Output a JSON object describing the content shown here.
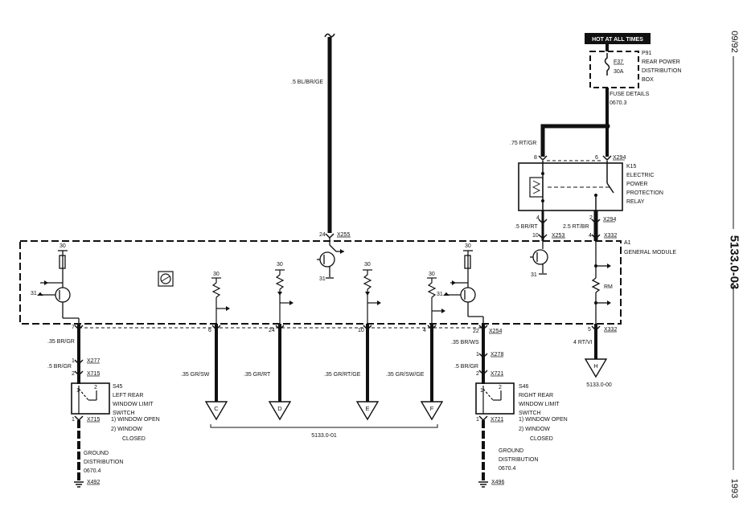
{
  "side": {
    "date": "09/92",
    "page": "5133.0-03",
    "year": "1993"
  },
  "hot_label": "HOT AT ALL TIMES",
  "wire_top": ".5 BL/BR/GE",
  "fuse": {
    "id": "F37",
    "rating": "30A",
    "box_id": "P91",
    "box_name_1": "REAR POWER",
    "box_name_2": "DISTRIBUTION",
    "box_name_3": "BOX",
    "details_1": "FUSE DETAILS",
    "details_2": "0670.3"
  },
  "relay": {
    "id": "K15",
    "name_1": "ELECTRIC",
    "name_2": "POWER",
    "name_3": "PROTECTION",
    "name_4": "RELAY",
    "wire_in": ".75 RT/GR",
    "pin_in_left": "8",
    "pin_in_right": "6",
    "conn_top": "X294",
    "pin_out_left": "4",
    "pin_out_right": "2",
    "wire_out_left": ".5 BR/RT",
    "wire_out_right": "2.5 RT/BR",
    "conn_bottom": "X294"
  },
  "module": {
    "id": "A1",
    "name": "GENERAL MODULE",
    "pin_30": "30",
    "pin_31": "31",
    "pin_24": "24",
    "conn_x255": "X255",
    "pin_10": "10",
    "conn_x253": "X253",
    "pin_4": "4",
    "conn_x332": "X332",
    "rm": "RM"
  },
  "outputs": {
    "pin_7": "7",
    "pin_6": "6",
    "pin_24": "24",
    "pin_10": "10",
    "pin_4": "4",
    "pin_22": "22",
    "conn_x254": "X254",
    "pin_5": "5",
    "conn_x332": "X332",
    "wire_c": ".35 GR/SW",
    "wire_d": ".35 GR/RT",
    "wire_e": ".35 GR/RT/GE",
    "wire_f": ".35 GR/SW/GE",
    "wire_h": "4 RT/VI",
    "c": "C",
    "d": "D",
    "e": "E",
    "f": "F",
    "h": "H",
    "ref_cdef": "5133.0-01",
    "ref_h": "5133.0-00"
  },
  "left_switch": {
    "wire1": ".35 BR/GR",
    "pin_1": "1",
    "conn1": "X277",
    "wire2": ".5 BR/GR",
    "pin_2": "2",
    "conn2": "X715",
    "id": "S45",
    "name_1": "LEFT REAR",
    "name_2": "WINDOW LIMIT",
    "name_3": "SWITCH",
    "conn3": "X715",
    "note_1": "1)  WINDOW OPEN",
    "note_2": "2)  WINDOW",
    "note_3": "CLOSED",
    "gnd_1": "GROUND",
    "gnd_2": "DISTRIBUTION",
    "gnd_3": "0670.4",
    "gnd_conn": "X492"
  },
  "right_switch": {
    "wire1": ".35 BR/WS",
    "pin_1": "1",
    "conn1": "X278",
    "wire2": ".5 BR/GR",
    "pin_2": "2",
    "conn2": "X721",
    "id": "S46",
    "name_1": "RIGHT REAR",
    "name_2": "WINDOW LIMIT",
    "name_3": "SWITCH",
    "conn3": "X721",
    "note_1": "1)  WINDOW OPEN",
    "note_2": "2)  WINDOW",
    "note_3": "CLOSED",
    "gnd_1": "GROUND",
    "gnd_2": "DISTRIBUTION",
    "gnd_3": "0670.4",
    "gnd_conn": "X496"
  },
  "switch_pins": {
    "p1": "1",
    "p2": "2"
  }
}
